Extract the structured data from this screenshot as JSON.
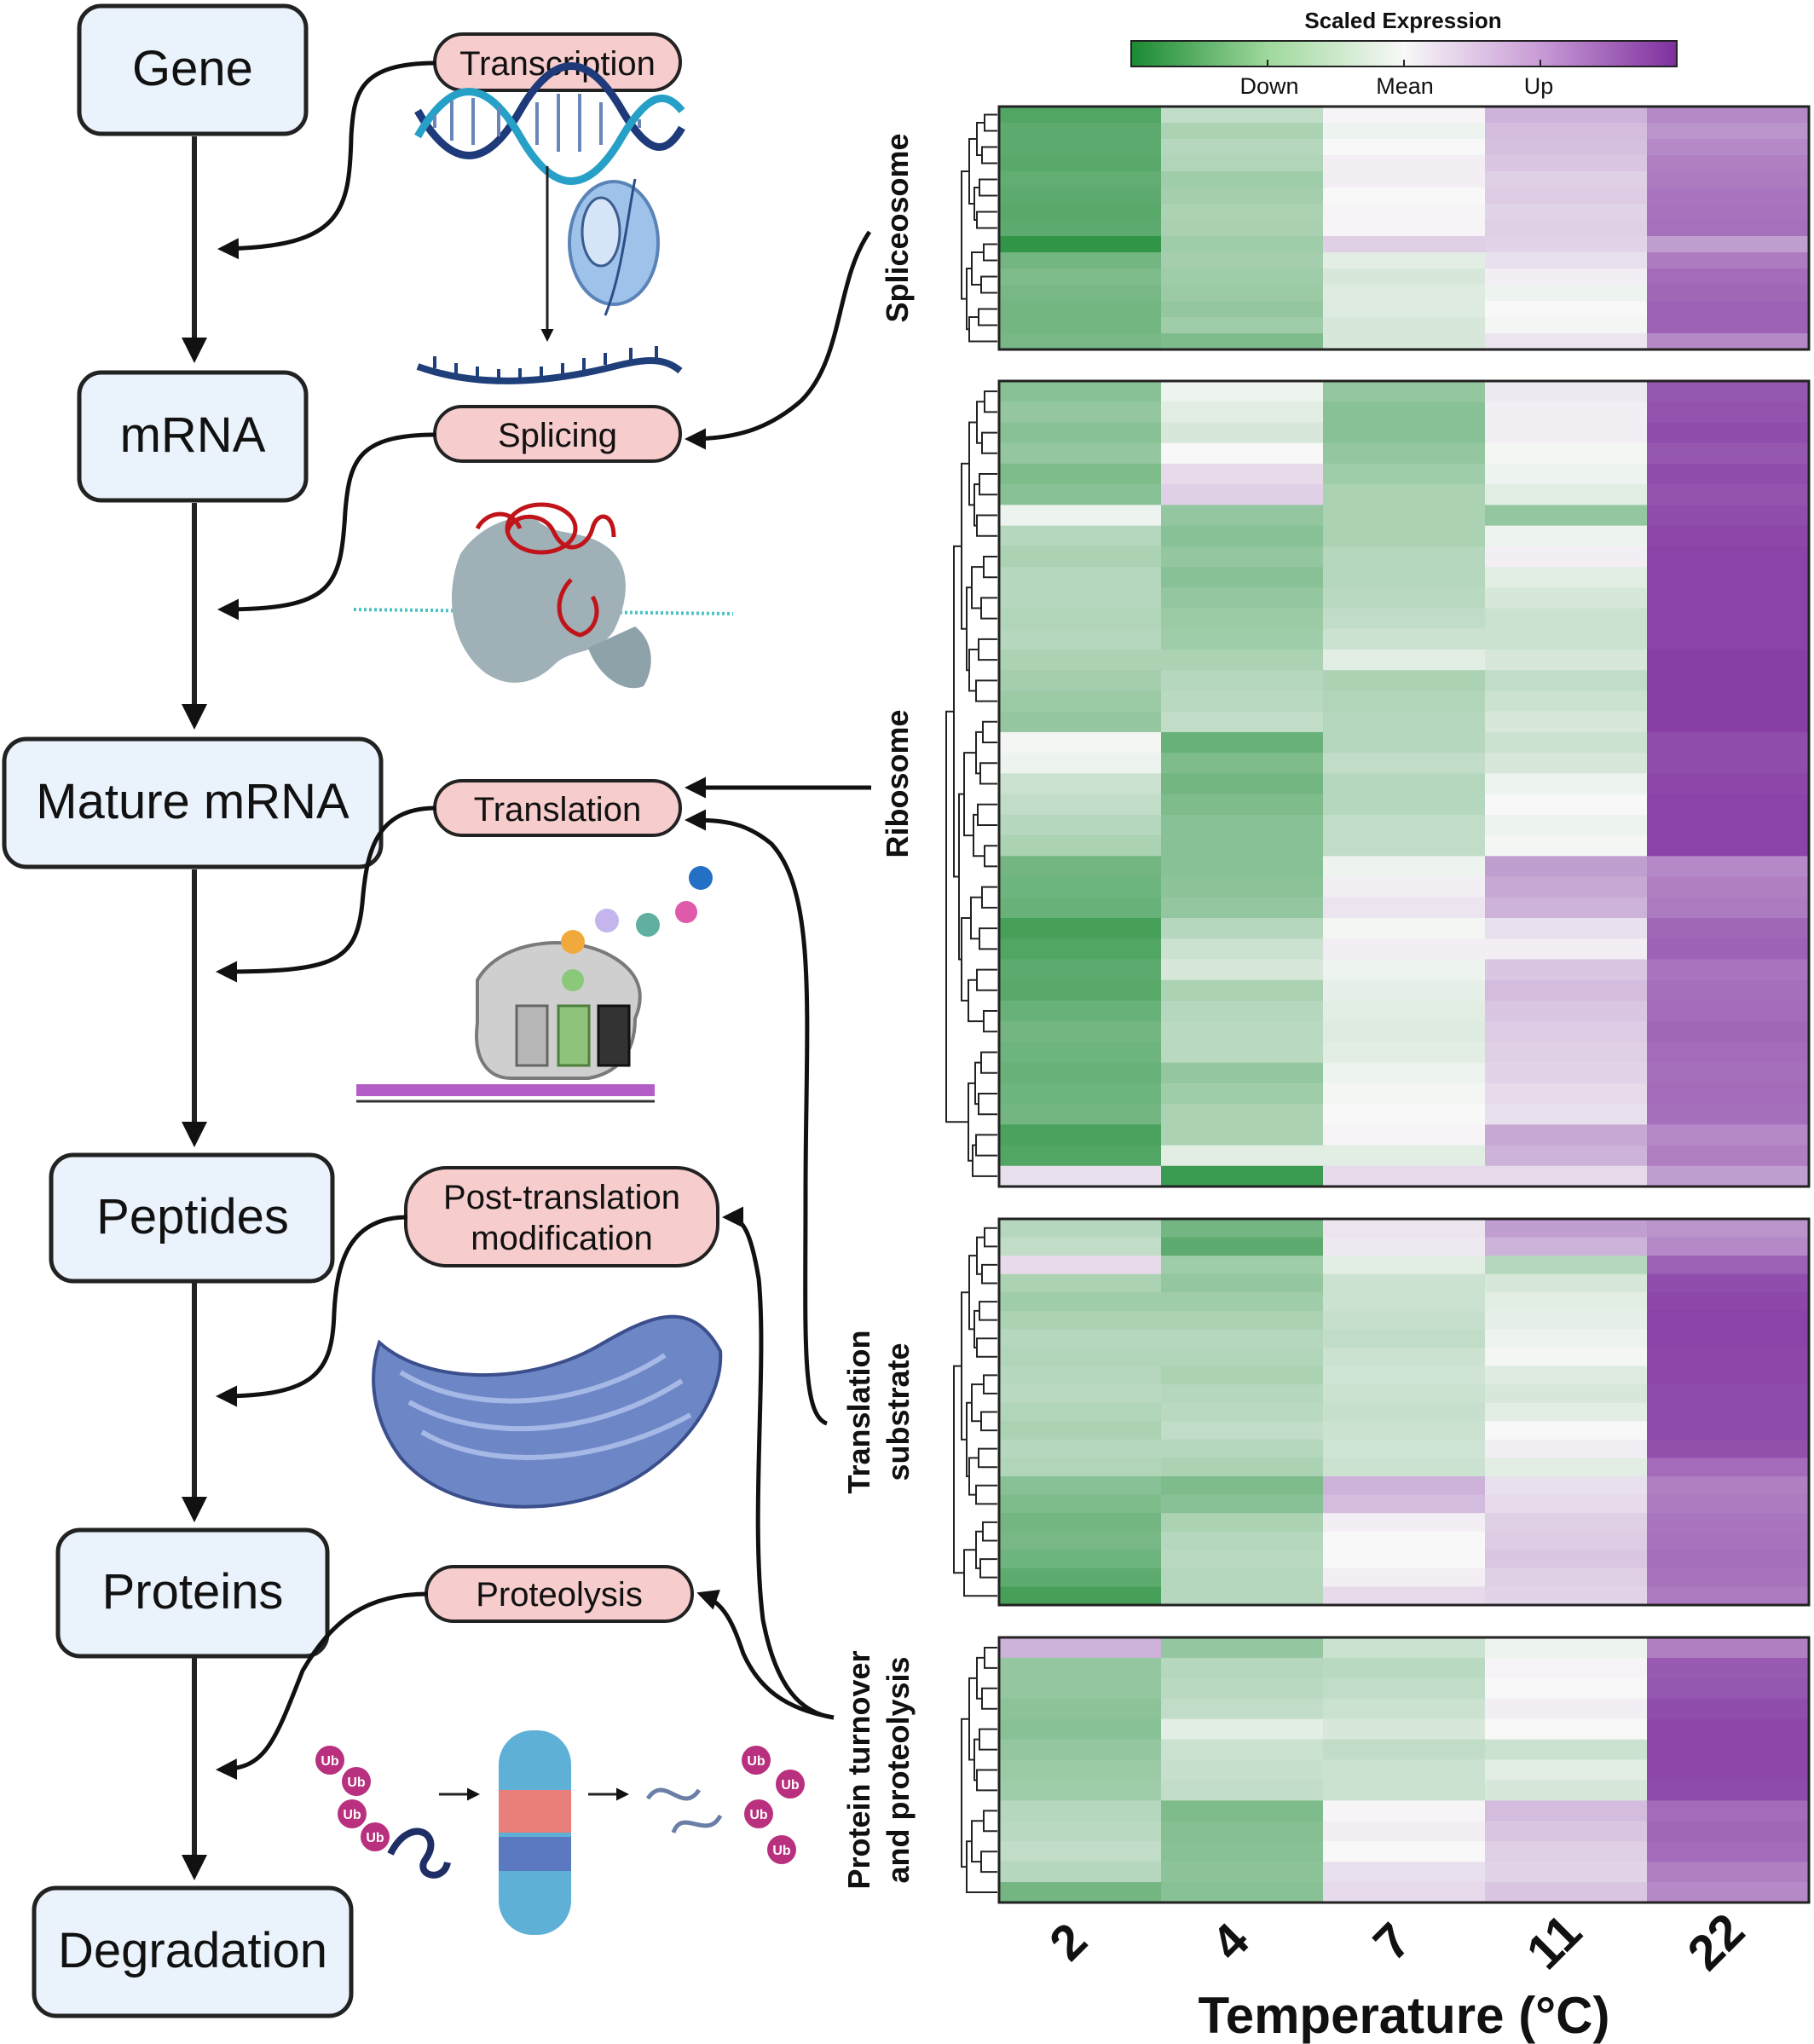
{
  "flow_nodes": [
    {
      "id": "gene",
      "label": "Gene"
    },
    {
      "id": "mrna",
      "label": "mRNA"
    },
    {
      "id": "mature",
      "label": "Mature mRNA"
    },
    {
      "id": "peptides",
      "label": "Peptides"
    },
    {
      "id": "proteins",
      "label": "Proteins"
    },
    {
      "id": "degradation",
      "label": "Degradation"
    }
  ],
  "processes": [
    {
      "id": "transcription",
      "label": [
        "Transcription"
      ]
    },
    {
      "id": "splicing",
      "label": [
        "Splicing"
      ]
    },
    {
      "id": "translation",
      "label": [
        "Translation"
      ]
    },
    {
      "id": "ptm",
      "label": [
        "Post-translation",
        "modification"
      ]
    },
    {
      "id": "proteolysis",
      "label": [
        "Proteolysis"
      ]
    }
  ],
  "ubiquitin_label": "Ub",
  "legend": {
    "title": "Scaled Expression",
    "ticks": [
      "Down",
      "Mean",
      "Up"
    ],
    "colors": {
      "low": "#1a8a33",
      "mid": "#f8f8f8",
      "high": "#7e2f9e"
    }
  },
  "chart_data": {
    "type": "heatmap",
    "xlabel": "Temperature (°C)",
    "columns": [
      "2",
      "4",
      "7",
      "11",
      "22"
    ],
    "groups": [
      {
        "name": "Spliceosome",
        "rows": [
          [
            -0.75,
            -0.25,
            0.02,
            0.35,
            0.55
          ],
          [
            -0.7,
            -0.35,
            -0.05,
            0.3,
            0.5
          ],
          [
            -0.7,
            -0.3,
            0.0,
            0.28,
            0.55
          ],
          [
            -0.72,
            -0.32,
            0.05,
            0.25,
            0.6
          ],
          [
            -0.68,
            -0.4,
            0.05,
            0.2,
            0.62
          ],
          [
            -0.7,
            -0.38,
            0.0,
            0.22,
            0.65
          ],
          [
            -0.72,
            -0.35,
            0.02,
            0.18,
            0.66
          ],
          [
            -0.7,
            -0.36,
            0.02,
            0.2,
            0.67
          ],
          [
            -0.9,
            -0.4,
            0.2,
            0.18,
            0.45
          ],
          [
            -0.6,
            -0.38,
            -0.1,
            0.12,
            0.62
          ],
          [
            -0.55,
            -0.4,
            -0.15,
            0.05,
            0.7
          ],
          [
            -0.58,
            -0.42,
            -0.12,
            -0.05,
            0.72
          ],
          [
            -0.6,
            -0.45,
            -0.12,
            0.0,
            0.75
          ],
          [
            -0.6,
            -0.4,
            -0.15,
            -0.02,
            0.75
          ],
          [
            -0.58,
            -0.55,
            -0.15,
            0.1,
            0.55
          ]
        ]
      },
      {
        "name": "Ribosome",
        "rows": [
          [
            -0.5,
            -0.05,
            -0.45,
            0.08,
            0.8
          ],
          [
            -0.45,
            -0.1,
            -0.5,
            0.05,
            0.82
          ],
          [
            -0.5,
            -0.15,
            -0.5,
            0.05,
            0.85
          ],
          [
            -0.45,
            0.0,
            -0.45,
            -0.02,
            0.8
          ],
          [
            -0.55,
            0.15,
            -0.4,
            -0.05,
            0.85
          ],
          [
            -0.5,
            0.2,
            -0.35,
            -0.1,
            0.82
          ],
          [
            -0.05,
            -0.45,
            -0.35,
            -0.45,
            0.85
          ],
          [
            -0.3,
            -0.5,
            -0.35,
            -0.05,
            0.88
          ],
          [
            -0.35,
            -0.45,
            -0.3,
            0.05,
            0.9
          ],
          [
            -0.3,
            -0.5,
            -0.3,
            -0.1,
            0.9
          ],
          [
            -0.3,
            -0.45,
            -0.28,
            -0.15,
            0.9
          ],
          [
            -0.32,
            -0.42,
            -0.25,
            -0.2,
            0.9
          ],
          [
            -0.3,
            -0.4,
            -0.2,
            -0.2,
            0.9
          ],
          [
            -0.35,
            -0.35,
            -0.1,
            -0.15,
            0.92
          ],
          [
            -0.38,
            -0.3,
            -0.35,
            -0.25,
            0.92
          ],
          [
            -0.42,
            -0.28,
            -0.32,
            -0.2,
            0.92
          ],
          [
            -0.45,
            -0.25,
            -0.3,
            -0.15,
            0.92
          ],
          [
            -0.02,
            -0.65,
            -0.3,
            -0.2,
            0.85
          ],
          [
            -0.05,
            -0.55,
            -0.25,
            -0.15,
            0.85
          ],
          [
            -0.2,
            -0.6,
            -0.3,
            -0.05,
            0.88
          ],
          [
            -0.25,
            -0.55,
            -0.3,
            0.0,
            0.9
          ],
          [
            -0.3,
            -0.5,
            -0.25,
            -0.05,
            0.9
          ],
          [
            -0.35,
            -0.5,
            -0.25,
            -0.02,
            0.9
          ],
          [
            -0.6,
            -0.5,
            -0.05,
            0.45,
            0.55
          ],
          [
            -0.62,
            -0.48,
            0.05,
            0.4,
            0.6
          ],
          [
            -0.65,
            -0.45,
            0.1,
            0.35,
            0.62
          ],
          [
            -0.8,
            -0.3,
            -0.02,
            0.12,
            0.72
          ],
          [
            -0.75,
            -0.2,
            0.05,
            0.05,
            0.75
          ],
          [
            -0.7,
            -0.15,
            -0.05,
            0.25,
            0.65
          ],
          [
            -0.72,
            -0.35,
            -0.08,
            0.3,
            0.68
          ],
          [
            -0.65,
            -0.3,
            -0.1,
            0.25,
            0.7
          ],
          [
            -0.6,
            -0.28,
            -0.12,
            0.22,
            0.72
          ],
          [
            -0.62,
            -0.28,
            -0.1,
            0.2,
            0.7
          ],
          [
            -0.65,
            -0.45,
            -0.05,
            0.18,
            0.68
          ],
          [
            -0.62,
            -0.4,
            -0.02,
            0.15,
            0.7
          ],
          [
            -0.6,
            -0.35,
            0.0,
            0.12,
            0.68
          ],
          [
            -0.78,
            -0.35,
            0.02,
            0.4,
            0.55
          ],
          [
            -0.75,
            -0.1,
            -0.1,
            0.35,
            0.6
          ],
          [
            0.12,
            -0.85,
            0.15,
            0.15,
            0.45
          ]
        ]
      },
      {
        "name": "Translation substrate",
        "rows": [
          [
            -0.3,
            -0.6,
            0.1,
            0.45,
            0.5
          ],
          [
            -0.25,
            -0.7,
            0.08,
            0.35,
            0.55
          ],
          [
            0.15,
            -0.4,
            -0.1,
            -0.3,
            0.75
          ],
          [
            -0.35,
            -0.45,
            -0.2,
            -0.15,
            0.85
          ],
          [
            -0.4,
            -0.4,
            -0.2,
            -0.1,
            0.88
          ],
          [
            -0.35,
            -0.35,
            -0.22,
            -0.08,
            0.9
          ],
          [
            -0.3,
            -0.3,
            -0.25,
            -0.05,
            0.9
          ],
          [
            -0.32,
            -0.32,
            -0.2,
            -0.02,
            0.88
          ],
          [
            -0.3,
            -0.35,
            -0.18,
            -0.12,
            0.88
          ],
          [
            -0.28,
            -0.3,
            -0.2,
            -0.15,
            0.86
          ],
          [
            -0.32,
            -0.28,
            -0.22,
            -0.1,
            0.86
          ],
          [
            -0.35,
            -0.25,
            -0.2,
            0.0,
            0.86
          ],
          [
            -0.3,
            -0.3,
            -0.18,
            0.05,
            0.84
          ],
          [
            -0.32,
            -0.35,
            -0.2,
            -0.1,
            0.7
          ],
          [
            -0.5,
            -0.55,
            0.35,
            0.12,
            0.6
          ],
          [
            -0.55,
            -0.5,
            0.3,
            0.15,
            0.62
          ],
          [
            -0.6,
            -0.35,
            0.05,
            0.2,
            0.65
          ],
          [
            -0.58,
            -0.3,
            0.0,
            0.22,
            0.66
          ],
          [
            -0.62,
            -0.28,
            0.0,
            0.25,
            0.68
          ],
          [
            -0.7,
            -0.3,
            0.05,
            0.2,
            0.66
          ],
          [
            -0.8,
            -0.3,
            0.15,
            0.18,
            0.62
          ]
        ]
      },
      {
        "name": "Protein turnover and proteolysis",
        "rows": [
          [
            0.35,
            -0.45,
            -0.2,
            -0.05,
            0.6
          ],
          [
            -0.45,
            -0.3,
            -0.28,
            0.02,
            0.78
          ],
          [
            -0.45,
            -0.28,
            -0.25,
            0.0,
            0.8
          ],
          [
            -0.48,
            -0.25,
            -0.2,
            0.05,
            0.85
          ],
          [
            -0.5,
            -0.1,
            -0.15,
            0.0,
            0.88
          ],
          [
            -0.45,
            -0.2,
            -0.25,
            -0.2,
            0.88
          ],
          [
            -0.42,
            -0.22,
            -0.2,
            -0.1,
            0.88
          ],
          [
            -0.4,
            -0.25,
            -0.2,
            -0.15,
            0.86
          ],
          [
            -0.3,
            -0.55,
            0.02,
            0.3,
            0.7
          ],
          [
            -0.28,
            -0.52,
            0.05,
            0.25,
            0.72
          ],
          [
            -0.25,
            -0.5,
            0.0,
            0.2,
            0.7
          ],
          [
            -0.3,
            -0.48,
            0.12,
            0.18,
            0.6
          ],
          [
            -0.6,
            -0.5,
            0.15,
            0.25,
            0.55
          ]
        ]
      }
    ]
  }
}
